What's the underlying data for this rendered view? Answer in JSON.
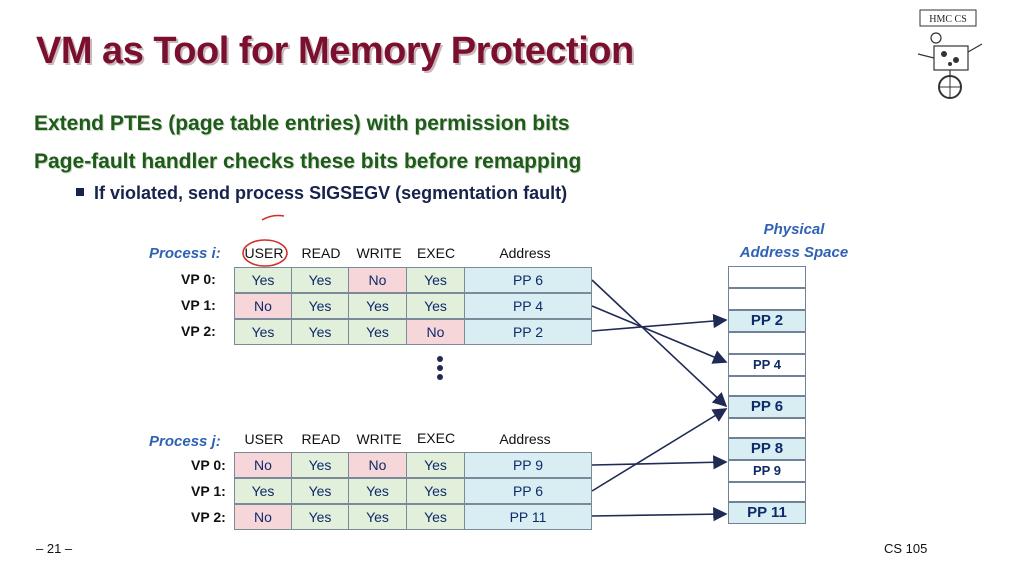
{
  "title": "VM as Tool for Memory Protection",
  "bullets": [
    "Extend PTEs (page table entries) with permission bits",
    "Page-fault handler checks these bits before remapping"
  ],
  "sub_bullet": "If violated, send process SIGSEGV (segmentation fault)",
  "columns": [
    "USER",
    "READ",
    "WRITE",
    "EXEC",
    "Address"
  ],
  "process_i": {
    "label": "Process i:",
    "rows": [
      {
        "vp": "VP 0:",
        "user": "Yes",
        "read": "Yes",
        "write": "No",
        "exec": "Yes",
        "addr": "PP 6"
      },
      {
        "vp": "VP 1:",
        "user": "No",
        "read": "Yes",
        "write": "Yes",
        "exec": "Yes",
        "addr": "PP 4"
      },
      {
        "vp": "VP 2:",
        "user": "Yes",
        "read": "Yes",
        "write": "Yes",
        "exec": "No",
        "addr": "PP 2"
      }
    ]
  },
  "process_j": {
    "label": "Process j:",
    "rows": [
      {
        "vp": "VP 0:",
        "user": "No",
        "read": "Yes",
        "write": "No",
        "exec": "Yes",
        "addr": "PP 9"
      },
      {
        "vp": "VP 1:",
        "user": "Yes",
        "read": "Yes",
        "write": "Yes",
        "exec": "Yes",
        "addr": "PP 6"
      },
      {
        "vp": "VP 2:",
        "user": "No",
        "read": "Yes",
        "write": "Yes",
        "exec": "Yes",
        "addr": "PP 11"
      }
    ]
  },
  "physical": {
    "title_line1": "Physical",
    "title_line2": "Address Space",
    "slots": [
      "PP 2",
      "PP 4",
      "PP 6",
      "PP 8",
      "PP 9",
      "PP 11"
    ]
  },
  "logo_text": "HMC CS",
  "footer": {
    "page": "– 21 –",
    "course": "CS 105"
  },
  "colors": {
    "title": "#7b0f2e",
    "bullet": "#1f5a1a",
    "yes_fill": "#e2efdb",
    "no_fill": "#f6d6d8",
    "addr_fill": "#d8eef3",
    "arrow": "#1f2a55"
  }
}
